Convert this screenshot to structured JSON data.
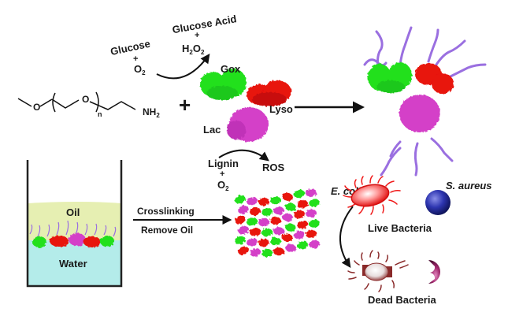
{
  "colors": {
    "gox": "#22e01e",
    "lyso": "#e8120f",
    "lac": "#d43fc8",
    "peg_chain": "#9a6fe0",
    "oil": "#e6efb2",
    "water": "#b4ecea",
    "ecoli_live": "#f01818",
    "saureus_live": "#2b2f9c",
    "dead_ecoli": "#8a2a2a",
    "saureus_dead": "#a0286e"
  },
  "reaction_gox": {
    "substrate_line1": "Glucose",
    "plus1": "+",
    "substrate_line2": "O",
    "substrate_sub": "2",
    "product_line1": "Glucose Acid",
    "plus2": "+",
    "product_h": "H",
    "product_h_sub": "2",
    "product_o": "O",
    "product_o_sub": "2"
  },
  "peg": {
    "methoxy_o": "O",
    "repeat_o": "O",
    "repeat_n": "n",
    "amine": "NH",
    "amine_sub": "2"
  },
  "plus_sign": "+",
  "enzymes": {
    "gox": "Gox",
    "lyso": "Lyso",
    "lac": "Lac"
  },
  "reaction_lac": {
    "substrate_line1": "Lignin",
    "plus": "+",
    "substrate_line2": "O",
    "substrate_sub": "2",
    "product": "ROS"
  },
  "beaker": {
    "oil_label": "Oil",
    "water_label": "Water"
  },
  "process_arrow": {
    "top_label": "Crosslinking",
    "bottom_label": "Remove Oil"
  },
  "bacteria": {
    "ecoli_label": "E. coli",
    "saureus_label": "S. aureus",
    "live_label": "Live Bacteria",
    "dead_label": "Dead Bacteria"
  }
}
